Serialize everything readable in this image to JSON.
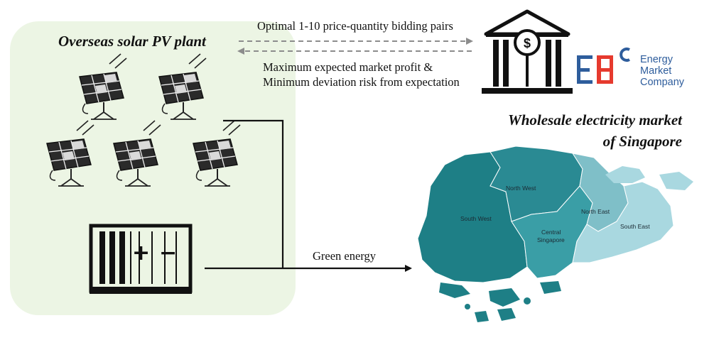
{
  "plant": {
    "title": "Overseas solar PV plant",
    "solar_panel_count": 5,
    "battery_symbols": [
      "+",
      "−"
    ]
  },
  "bidding": {
    "to_market_label": "Optimal 1-10 price-quantity bidding pairs",
    "from_market_line1": "Maximum expected market profit &",
    "from_market_line2": "Minimum deviation risk from expectation"
  },
  "market": {
    "bank_icon_symbol": "$",
    "emc_logo": "EMC",
    "emc_line1": "Energy",
    "emc_line2": "Market",
    "emc_line3": "Company",
    "title_line1": "Wholesale electricity market",
    "title_line2": "of Singapore"
  },
  "flow": {
    "label": "Green energy"
  },
  "map": {
    "regions": [
      {
        "name": "North West",
        "label_lines": [
          "North West"
        ],
        "color": "#2a8a93"
      },
      {
        "name": "South West",
        "label_lines": [
          "South West"
        ],
        "color": "#1e7f86"
      },
      {
        "name": "Central Singapore",
        "label_lines": [
          "Central",
          "Singapore"
        ],
        "color": "#3a9ea6"
      },
      {
        "name": "North East",
        "label_lines": [
          "North East"
        ],
        "color": "#7fbfc8"
      },
      {
        "name": "South East",
        "label_lines": [
          "South East"
        ],
        "color": "#a9d8e0"
      }
    ]
  },
  "colors": {
    "panel_bg": "#ecf5e4",
    "emc_blue": "#2e5d9c",
    "emc_red": "#e63a2e",
    "dashed_arrow": "#8c8c8c"
  }
}
